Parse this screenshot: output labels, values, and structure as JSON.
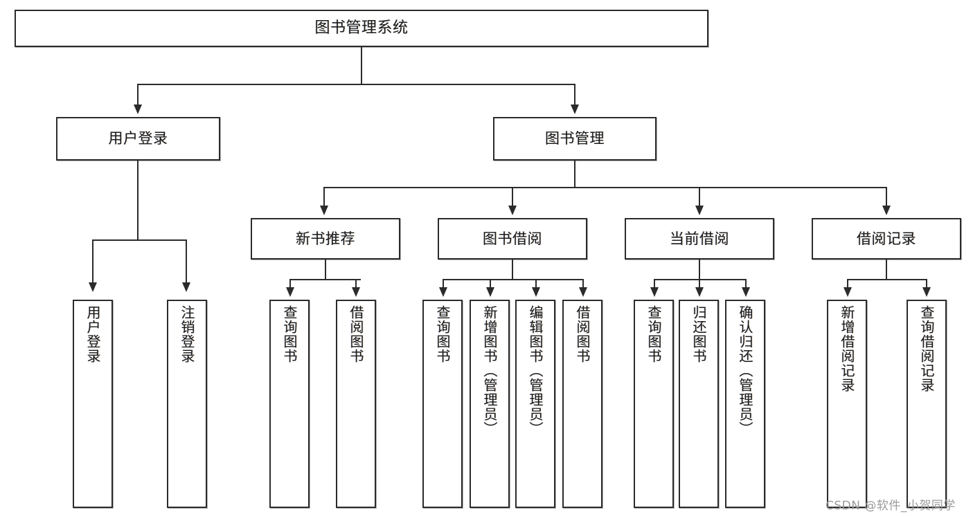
{
  "diagram": {
    "title": "图书管理系统",
    "type": "功能结构图",
    "root": {
      "label": "图书管理系统"
    },
    "level2": [
      {
        "label": "用户登录"
      },
      {
        "label": "图书管理"
      }
    ],
    "level3": [
      {
        "label": "新书推荐"
      },
      {
        "label": "图书借阅"
      },
      {
        "label": "当前借阅"
      },
      {
        "label": "借阅记录"
      }
    ],
    "leaves": {
      "user_login": [
        {
          "label": "用户登录"
        },
        {
          "label": "注销登录"
        }
      ],
      "new_book_rec": [
        {
          "label": "查询图书"
        },
        {
          "label": "借阅图书"
        }
      ],
      "book_borrow": [
        {
          "label": "查询图书"
        },
        {
          "label": "新增图书（管理员）"
        },
        {
          "label": "编辑图书（管理员）"
        },
        {
          "label": "借阅图书"
        }
      ],
      "current_borrow": [
        {
          "label": "查询图书"
        },
        {
          "label": "归还图书"
        },
        {
          "label": "确认归还（管理员）"
        }
      ],
      "borrow_record": [
        {
          "label": "新增借阅记录"
        },
        {
          "label": "查询借阅记录"
        }
      ]
    }
  },
  "watermark": {
    "text": "CSDN @软件_小贺同学"
  },
  "colors": {
    "stroke": "#2b2b2b",
    "box_fill": "#ffffff",
    "text": "#1b1b1b",
    "watermark": "#9a9a9a",
    "page_background": "#ffffff"
  }
}
